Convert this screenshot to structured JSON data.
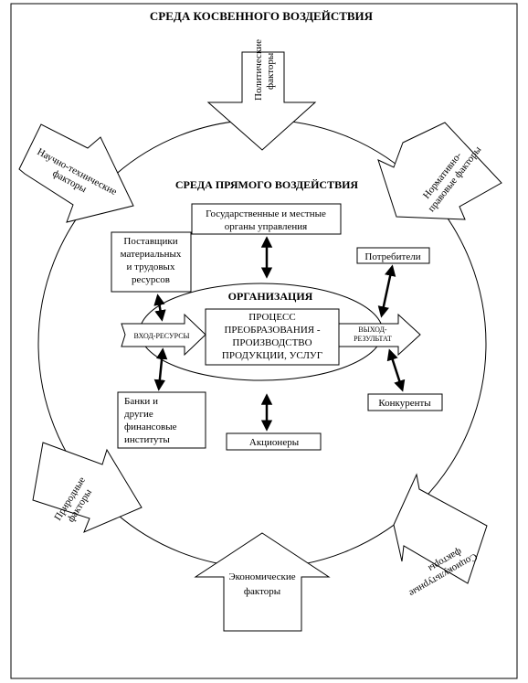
{
  "title": "СРЕДА КОСВЕННОГО ВОЗДЕЙСТВИЯ",
  "inner_title": "СРЕДА ПРЯМОГО ВОЗДЕЙСТВИЯ",
  "organization": "ОРГАНИЗАЦИЯ",
  "process": [
    "ПРОЦЕСС",
    "ПРЕОБРАЗОВАНИЯ -",
    "ПРОИЗВОДСТВО",
    "ПРОДУКЦИИ, УСЛУГ"
  ],
  "input_label": "ВХОД-РЕСУРСЫ",
  "output_label": [
    "ВЫХОД-",
    "РЕЗУЛЬТАТ"
  ],
  "boxes": {
    "government": [
      "Государственные и местные",
      "органы управления"
    ],
    "suppliers": [
      "Поставщики",
      "материальных",
      "и трудовых",
      "ресурсов"
    ],
    "consumers": "Потребители",
    "banks": [
      "Банки и",
      "другие",
      "финансовые",
      "институты"
    ],
    "competitors": "Конкуренты",
    "shareholders": "Акционеры"
  },
  "factors": {
    "political": [
      "Политические",
      "факторы"
    ],
    "scientific": [
      "Научно-технические",
      "факторы"
    ],
    "normative": [
      "Нормативно-",
      "правовые факторы"
    ],
    "natural": [
      "Природные",
      "факторы"
    ],
    "economic": [
      "Экономические",
      "факторы"
    ],
    "sociocultural": [
      "Социокультурные",
      "факторы"
    ]
  }
}
